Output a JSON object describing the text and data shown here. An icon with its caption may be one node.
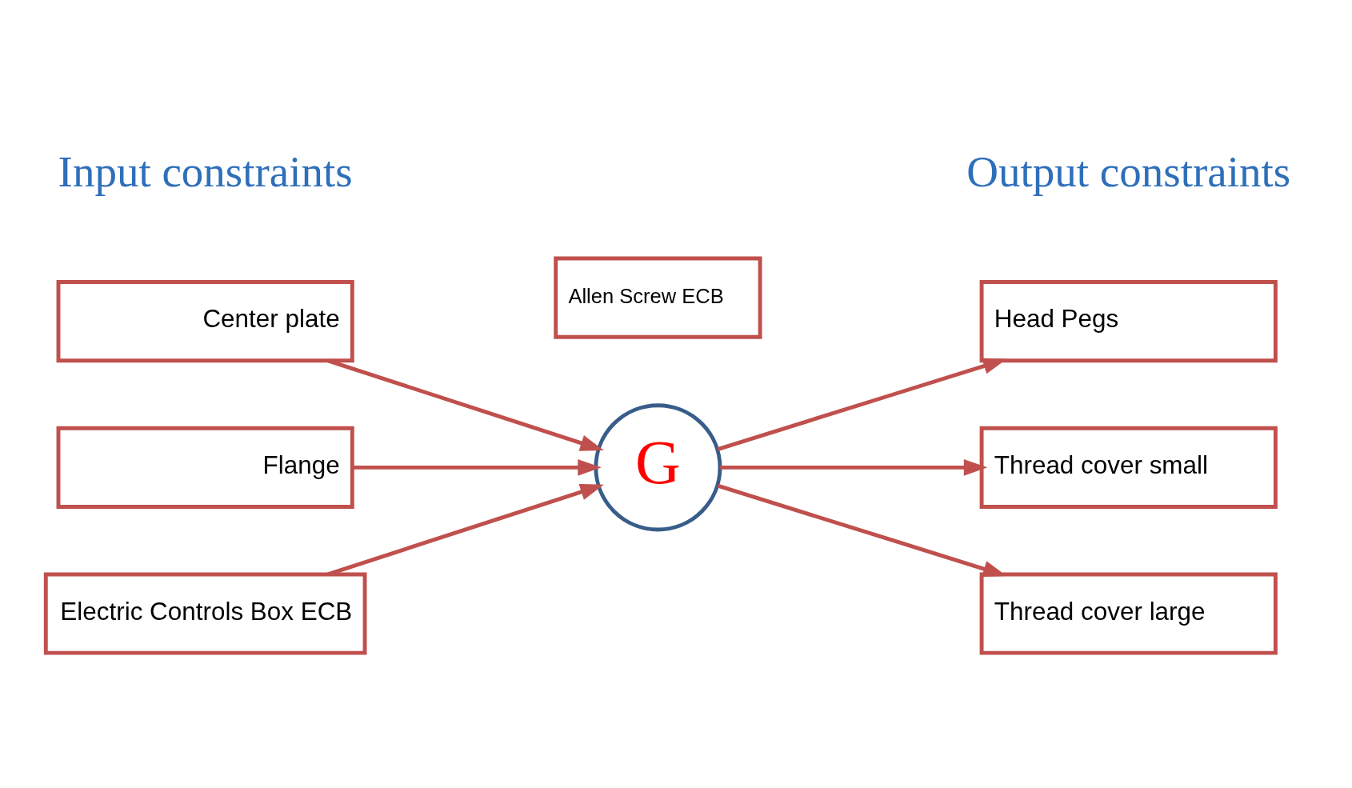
{
  "diagram": {
    "nodes": [
      {
        "text": [
          "Center plate"
        ]
      },
      {
        "text": [
          "Flange"
        ]
      },
      {
        "text": [
          "Electric Controls Box ECB"
        ]
      },
      {
        "text": [
          "Allen Screw ECB"
        ]
      },
      {
        "text": [
          "G"
        ]
      },
      {
        "text": [
          "Head Pegs"
        ]
      },
      {
        "text": [
          "Thread cover small"
        ]
      },
      {
        "text": [
          "Thread cover large"
        ]
      }
    ],
    "edges": [
      {
        "from": 0,
        "to": 4,
        "arrow": "to"
      },
      {
        "from": 1,
        "to": 4,
        "arrow": "to"
      },
      {
        "from": 2,
        "to": 4,
        "arrow": "to"
      },
      {
        "from": 4,
        "to": 5,
        "arrow": "to"
      },
      {
        "from": 4,
        "to": 6,
        "arrow": "to"
      },
      {
        "from": 4,
        "to": 7,
        "arrow": "to"
      }
    ],
    "labels": [
      "Input constraints",
      "Output constraints"
    ]
  }
}
